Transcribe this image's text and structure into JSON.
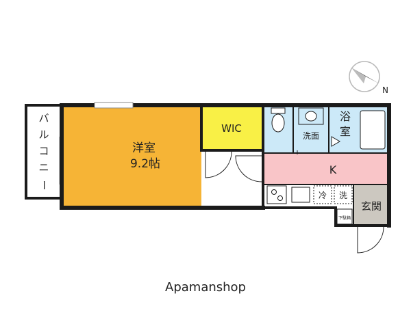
{
  "compass": {
    "north_label": "N"
  },
  "rooms": {
    "western_room": {
      "name": "洋室",
      "size": "9.2帖"
    },
    "wic": {
      "name": "WIC"
    },
    "washroom": {
      "name": "洗面"
    },
    "bathroom": {
      "line1": "浴",
      "line2": "室"
    },
    "kitchen": {
      "name": "K"
    },
    "entrance": {
      "name": "玄関"
    },
    "balcony": {
      "chars": [
        "バ",
        "ル",
        "コ",
        "ニ",
        "ー"
      ]
    }
  },
  "fixtures": {
    "fridge_space": "冷",
    "washer_space": "洗",
    "shoe_box": "下駄箱"
  },
  "watermark": "Apamanshop",
  "colors": {
    "western_room": "#f6b436",
    "wic": "#f9f046",
    "water_area": "#cce9f8",
    "kitchen": "#f9c5c8",
    "entrance": "#ccc8c0",
    "wall": "#1b1b1b"
  }
}
